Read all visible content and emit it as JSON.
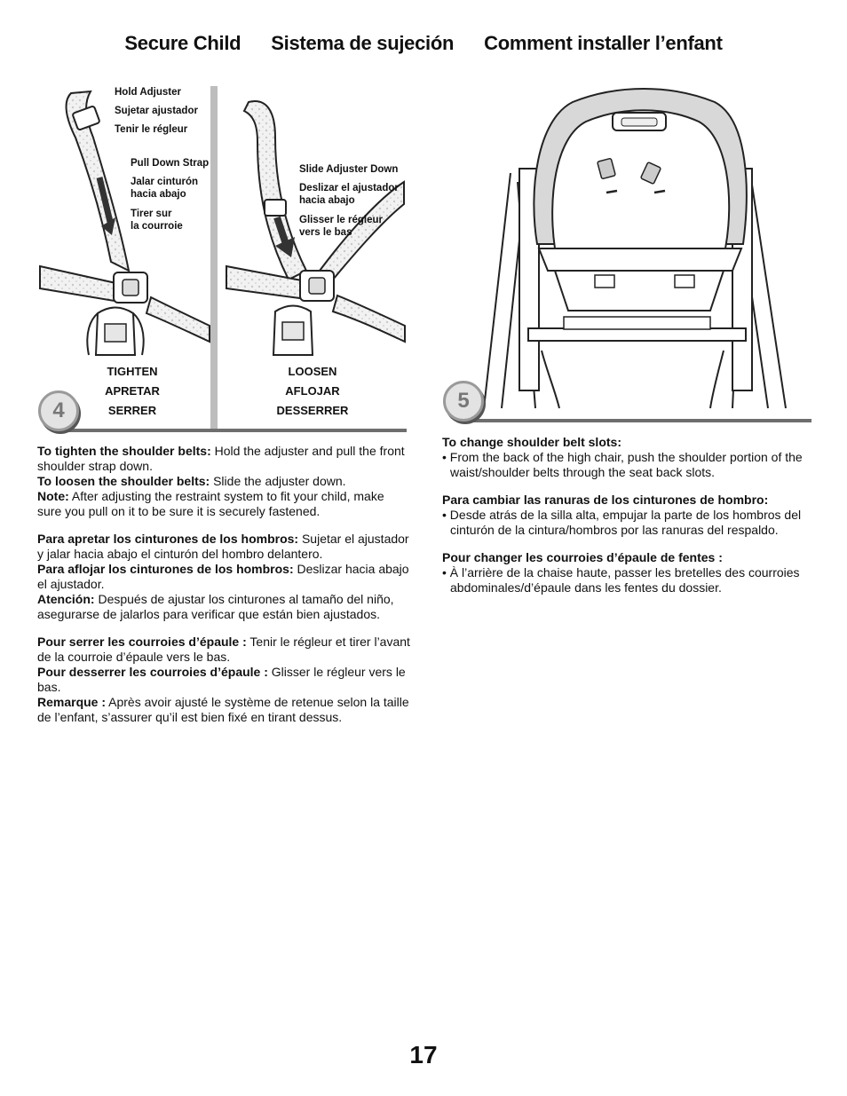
{
  "header": {
    "title_en": "Secure Child",
    "title_es": "Sistema de sujeción",
    "title_fr": "Comment installer l’enfant"
  },
  "step4": {
    "badge": "4",
    "hold_adjuster": [
      "Hold Adjuster",
      "Sujetar ajustador",
      "Tenir le régleur"
    ],
    "pull_down": [
      "Pull Down Strap",
      "Jalar cinturón",
      "hacia abajo",
      "Tirer sur",
      "la courroie"
    ],
    "slide_down": [
      "Slide Adjuster Down",
      "Deslizar el ajustador",
      "hacia abajo",
      "Glisser le régleur",
      "vers le bas"
    ],
    "tighten": [
      "TIGHTEN",
      "APRETAR",
      "SERRER"
    ],
    "loosen": [
      "LOOSEN",
      "AFLOJAR",
      "DESSERRER"
    ]
  },
  "step5": {
    "badge": "5"
  },
  "left_text": {
    "en": {
      "tighten_label": "To tighten the shoulder belts:",
      "tighten_text": " Hold the adjuster and pull the front shoulder strap down.",
      "loosen_label": "To loosen the shoulder belts:",
      "loosen_text": " Slide the adjuster down.",
      "note_label": "Note:",
      "note_text": " After adjusting the restraint system to fit your child, make sure you pull on it to be sure it is securely fastened."
    },
    "es": {
      "tighten_label": "Para apretar los cinturones de los hombros:",
      "tighten_text": " Sujetar el ajustador y jalar hacia abajo el cinturón del hombro delantero.",
      "loosen_label": "Para aflojar los cinturones de los hombros:",
      "loosen_text": " Deslizar hacia abajo el ajustador.",
      "note_label": "Atención:",
      "note_text": " Después de ajustar los cinturones al tamaño del niño, asegurarse de jalarlos para verificar que están bien ajustados."
    },
    "fr": {
      "tighten_label": "Pour serrer les courroies d’épaule :",
      "tighten_text": " Tenir le régleur et tirer l’avant de la courroie d’épaule vers le bas.",
      "loosen_label": "Pour desserrer les courroies d’épaule :",
      "loosen_text": " Glisser le régleur vers le bas.",
      "note_label": "Remarque :",
      "note_text": " Après avoir ajusté le système de retenue selon la taille de l’enfant, s’assurer qu’il est bien fixé en tirant dessus."
    }
  },
  "right_text": {
    "en": {
      "heading": "To change shoulder belt slots:",
      "bullet": "• From the back of the high chair, push the shoulder portion of the waist/shoulder belts through the seat back slots."
    },
    "es": {
      "heading": "Para cambiar las ranuras de los cinturones de hombro:",
      "bullet": "• Desde atrás de la silla alta, empujar la parte de los hombros del cinturón de la cintura/hombros por las ranuras del respaldo."
    },
    "fr": {
      "heading": "Pour changer les courroies d’épaule de fentes :",
      "bullet": "• À l’arrière de la chaise haute, passer les bretelles des courroies abdominales/d’épaule dans les fentes du dossier."
    }
  },
  "footer": {
    "page_number": "17"
  }
}
